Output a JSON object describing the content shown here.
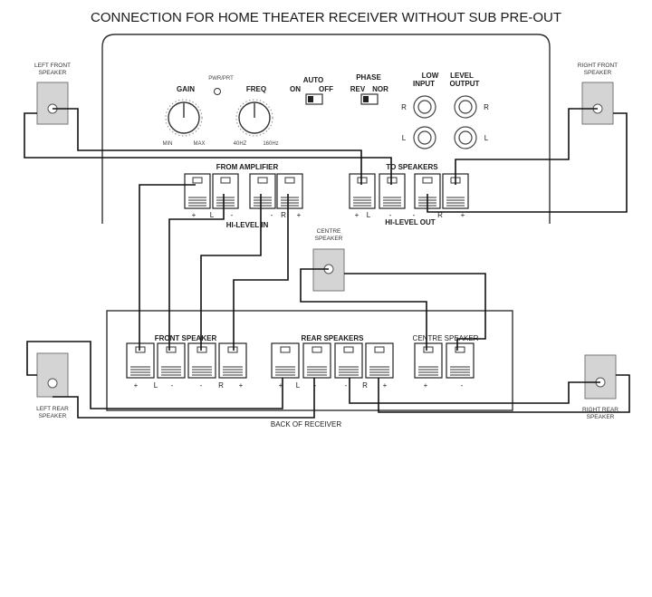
{
  "title": "CONNECTION FOR HOME THEATER RECEIVER WITHOUT SUB PRE-OUT",
  "amp_panel": {
    "power_label": "PWR/PRT",
    "gain": {
      "label": "GAIN",
      "min": "MIN",
      "max": "MAX"
    },
    "freq": {
      "label": "FREQ",
      "min": "40HZ",
      "max": "160Hz"
    },
    "auto": {
      "label": "AUTO",
      "on": "ON",
      "off": "OFF"
    },
    "phase": {
      "label": "PHASE",
      "rev": "REV",
      "nor": "NOR"
    },
    "low_input": {
      "label1": "LOW",
      "label2": "INPUT",
      "r": "R",
      "l": "L"
    },
    "level_output": {
      "label1": "LEVEL",
      "label2": "OUTPUT",
      "r": "R",
      "l": "L"
    },
    "from_amplifier": "FROM AMPLIFIER",
    "to_speakers": "TO SPEAKERS",
    "hi_level_in": "HI-LEVEL IN",
    "hi_level_out": "HI-LEVEL OUT",
    "in_polarity": [
      "+",
      "L",
      "-",
      "-",
      "R",
      "+"
    ],
    "out_polarity": [
      "+",
      "L",
      "-",
      "-",
      "R",
      "+"
    ]
  },
  "speakers": {
    "left_front": [
      "LEFT FRONT",
      "SPEAKER"
    ],
    "right_front": [
      "RIGHT FRONT",
      "SPEAKER"
    ],
    "centre": [
      "CENTRE",
      "SPEAKER"
    ],
    "left_rear": [
      "LEFT REAR",
      "SPEAKER"
    ],
    "right_rear": [
      "RIGHT REAR",
      "SPEAKER"
    ]
  },
  "receiver": {
    "front_speaker": "FRONT SPEAKER",
    "rear_speakers": "REAR SPEAKERS",
    "centre_speaker": "CENTRE SPEAKER",
    "back_label": "BACK OF RECEIVER",
    "front_polarity": [
      "+",
      "L",
      "-",
      "-",
      "R",
      "+"
    ],
    "rear_polarity": [
      "+",
      "L",
      "-",
      "-",
      "R",
      "+"
    ],
    "centre_polarity": [
      "+",
      "-"
    ]
  }
}
